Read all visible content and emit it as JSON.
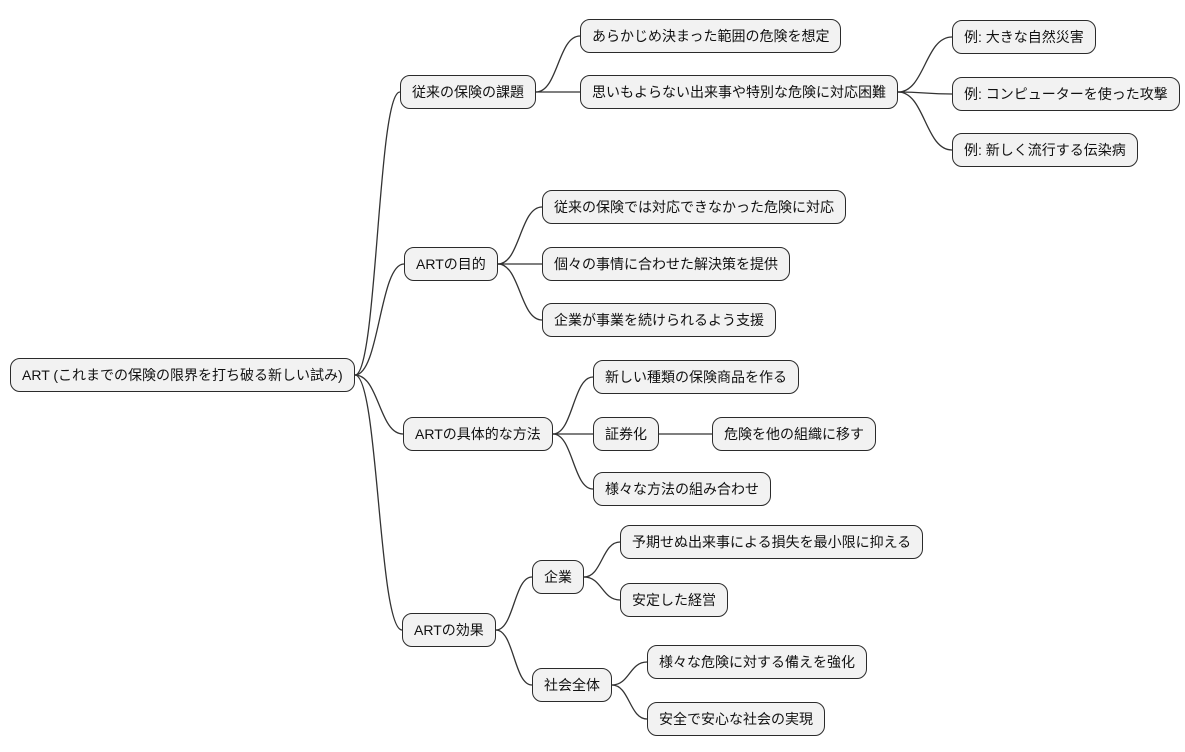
{
  "diagram": {
    "type": "mindmap",
    "background": "#ffffff",
    "node_fill": "#f2f2f2",
    "node_border": "#2b2b2b",
    "edge_color": "#333333",
    "text_color": "#111111",
    "nodes": {
      "root": {
        "label": "ART (これまでの保険の限界を打ち破る新しい試み)"
      },
      "challenges": {
        "label": "従来の保険の課題"
      },
      "assumed-scope": {
        "label": "あらかじめ決まった範囲の危険を想定"
      },
      "unexpected-difficult": {
        "label": "思いもよらない出来事や特別な危険に対応困難"
      },
      "ex-disaster": {
        "label": "例: 大きな自然災害"
      },
      "ex-cyber": {
        "label": "例: コンピューターを使った攻撃"
      },
      "ex-pandemic": {
        "label": "例: 新しく流行する伝染病"
      },
      "purpose": {
        "label": "ARTの目的"
      },
      "cover-uncovered": {
        "label": "従来の保険では対応できなかった危険に対応"
      },
      "tailored-solutions": {
        "label": "個々の事情に合わせた解決策を提供"
      },
      "business-continuity": {
        "label": "企業が事業を続けられるよう支援"
      },
      "methods": {
        "label": "ARTの具体的な方法"
      },
      "new-insurance-products": {
        "label": "新しい種類の保険商品を作る"
      },
      "securitization": {
        "label": "証券化"
      },
      "transfer-risk": {
        "label": "危険を他の組織に移す"
      },
      "combine-methods": {
        "label": "様々な方法の組み合わせ"
      },
      "effects": {
        "label": "ARTの効果"
      },
      "companies": {
        "label": "企業"
      },
      "minimize-losses": {
        "label": "予期せぬ出来事による損失を最小限に抑える"
      },
      "stable-management": {
        "label": "安定した経営"
      },
      "society": {
        "label": "社会全体"
      },
      "strengthen-preparedness": {
        "label": "様々な危険に対する備えを強化"
      },
      "safe-society": {
        "label": "安全で安心な社会の実現"
      }
    },
    "tree": {
      "id": "root",
      "children": [
        {
          "id": "challenges",
          "children": [
            {
              "id": "assumed-scope"
            },
            {
              "id": "unexpected-difficult",
              "children": [
                {
                  "id": "ex-disaster"
                },
                {
                  "id": "ex-cyber"
                },
                {
                  "id": "ex-pandemic"
                }
              ]
            }
          ]
        },
        {
          "id": "purpose",
          "children": [
            {
              "id": "cover-uncovered"
            },
            {
              "id": "tailored-solutions"
            },
            {
              "id": "business-continuity"
            }
          ]
        },
        {
          "id": "methods",
          "children": [
            {
              "id": "new-insurance-products"
            },
            {
              "id": "securitization",
              "children": [
                {
                  "id": "transfer-risk"
                }
              ]
            },
            {
              "id": "combine-methods"
            }
          ]
        },
        {
          "id": "effects",
          "children": [
            {
              "id": "companies",
              "children": [
                {
                  "id": "minimize-losses"
                },
                {
                  "id": "stable-management"
                }
              ]
            },
            {
              "id": "society",
              "children": [
                {
                  "id": "strengthen-preparedness"
                },
                {
                  "id": "safe-society"
                }
              ]
            }
          ]
        }
      ]
    }
  }
}
